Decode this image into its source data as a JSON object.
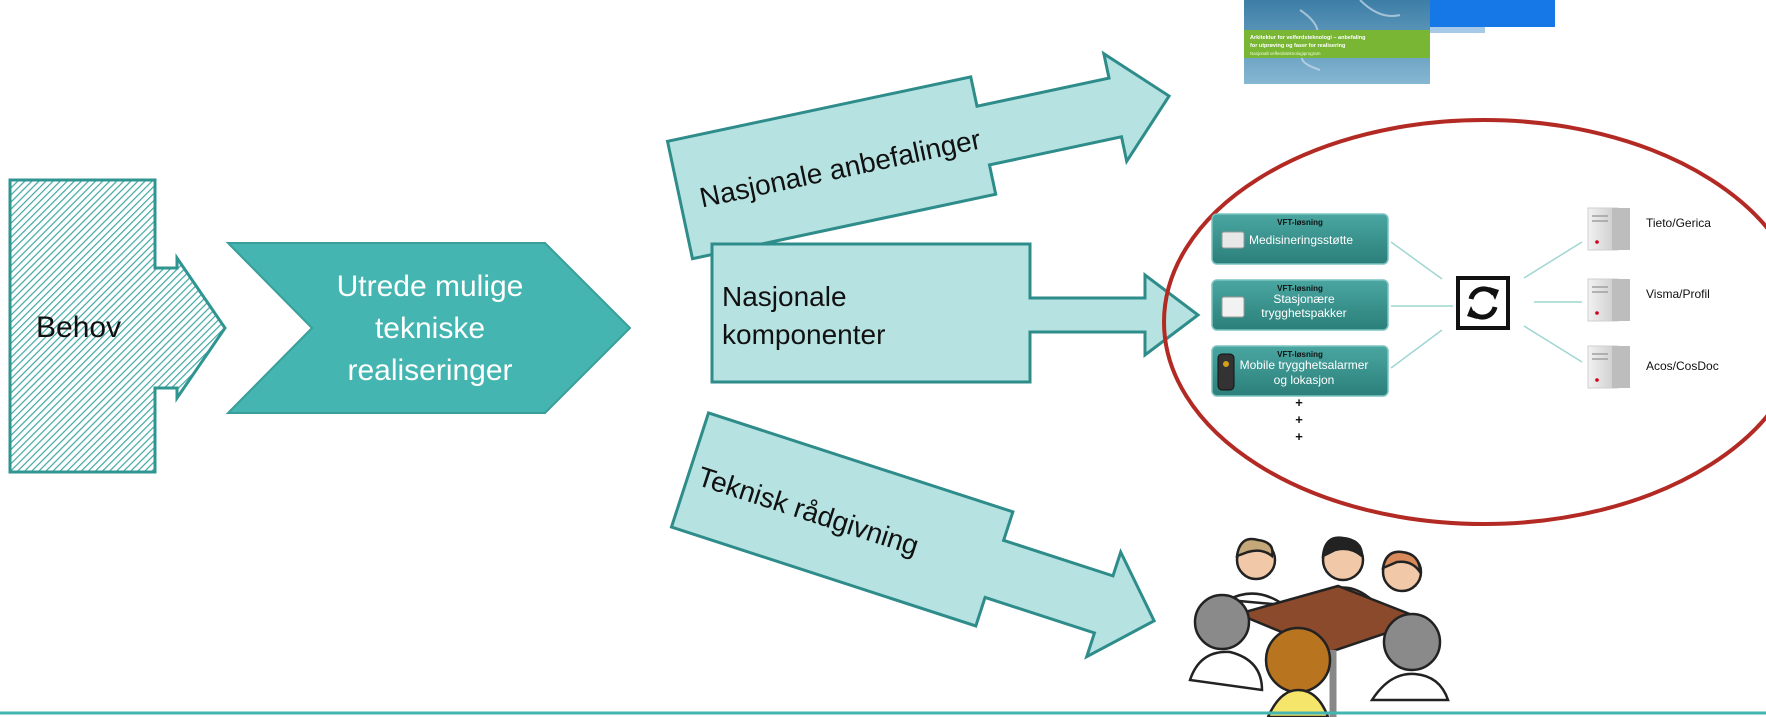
{
  "diagram": {
    "behov_label": "Behov",
    "utrede_lines": [
      "Utrede mulige",
      "tekniske",
      "realiseringer"
    ],
    "anbefalinger_label": "Nasjonale anbefalinger",
    "komponenter_lines": [
      "Nasjonale",
      "komponenter"
    ],
    "teknisk_label": "Teknisk rådgivning"
  },
  "report_cover": {
    "title_lines": [
      "Arkitektur for velferdsteknologi – anbefaling",
      "for utprøving og faser for realisering"
    ],
    "subtitle": "Nasjonalt velferdsteknologiprogram"
  },
  "components": {
    "vft_tag": "VFT-løsning",
    "solutions": [
      {
        "label_lines": [
          "Medisineringsstøtte"
        ]
      },
      {
        "label_lines": [
          "Stasjonære",
          "trygghetspakker"
        ]
      },
      {
        "label_lines": [
          "Mobile trygghetsalarmer",
          "og lokasjon"
        ]
      }
    ],
    "more_marks": [
      "+",
      "+",
      "+"
    ],
    "systems": [
      "Tieto/Gerica",
      "Visma/Profil",
      "Acos/CosDoc"
    ]
  },
  "colors": {
    "teal_dark": "#45b5b1",
    "teal_light": "#b6e3e1",
    "teal_border": "#2e8c8a",
    "green_btn": "#2f8b86",
    "ellipse": "#b32a24",
    "bottom_line": "#45b5b1"
  }
}
